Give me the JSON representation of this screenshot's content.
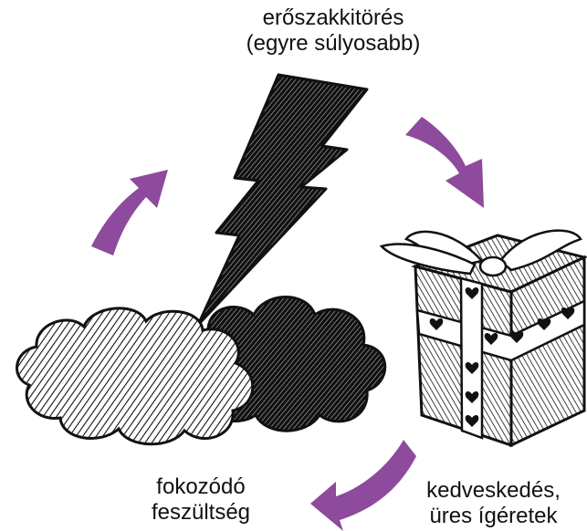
{
  "stages": [
    {
      "id": "explosion",
      "lines": [
        "erőszakkitörés",
        "(egyre súlyosabb)"
      ],
      "icon": "lightning-bolt"
    },
    {
      "id": "honeymoon",
      "lines": [
        "kedveskedés,",
        "üres ígéretek"
      ],
      "icon": "gift-box"
    },
    {
      "id": "tension",
      "lines": [
        "fokozódó",
        "feszültség"
      ],
      "icon": "storm-clouds"
    }
  ],
  "colors": {
    "arrow": "#8e4a9c",
    "ink": "#111111",
    "background": "#ffffff"
  }
}
